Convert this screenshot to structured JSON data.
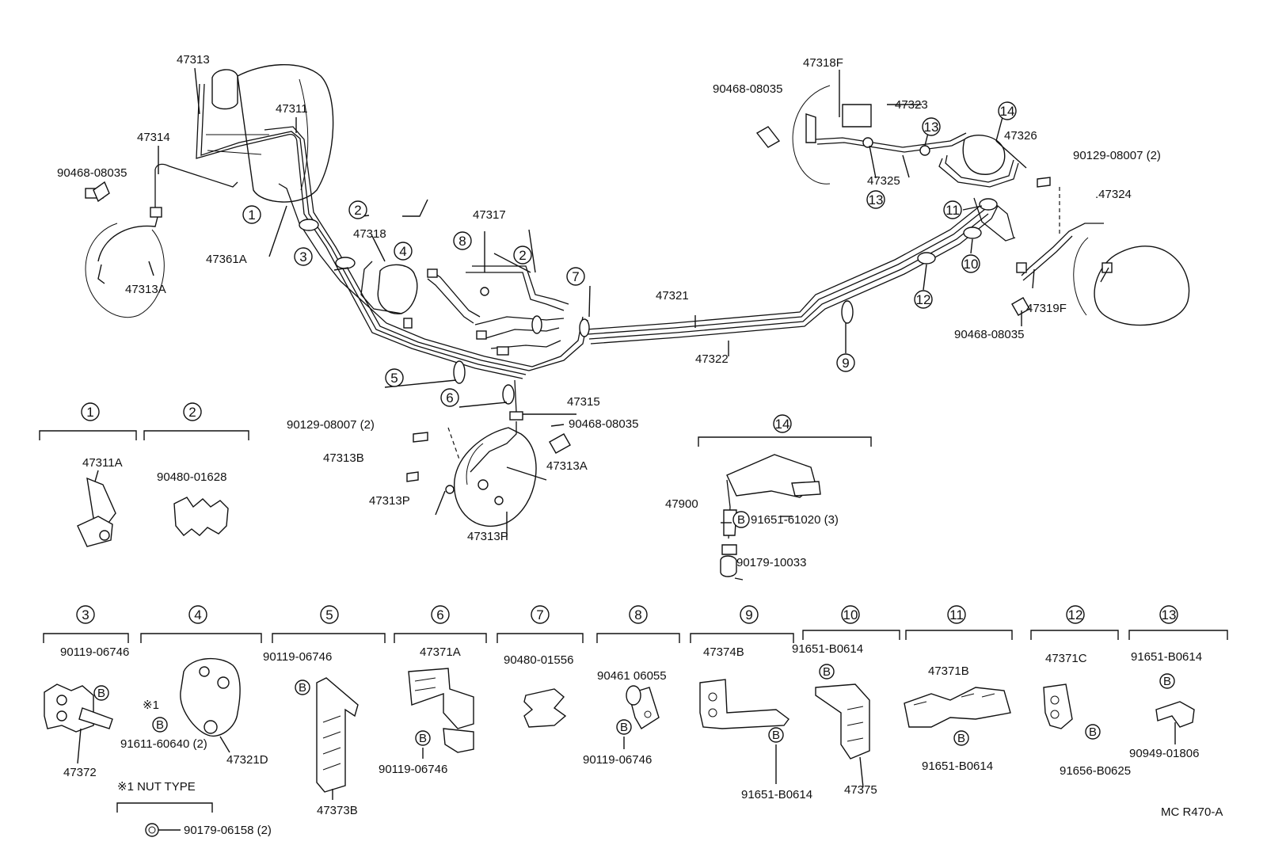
{
  "callouts": {
    "p47313": "47313",
    "p47311": "47311",
    "p47314": "47314",
    "p90468_lf": "90468-08035",
    "p47313A_lf": "47313A",
    "p47361A": "47361A",
    "p47318": "47318",
    "p47317": "47317",
    "p47318F": "47318F",
    "p90468_rr_top": "90468-08035",
    "p47323": "47323",
    "p47326": "47326",
    "p90129_rr": "90129-08007 (2)",
    "p47325": "47325",
    "p47324": ".47324",
    "p47319F": "47319F",
    "p90468_rr_bot": "90468-08035",
    "p47321": "47321",
    "p47322": "47322",
    "p47315": "47315",
    "p90129_lr": "90129-08007 (2)",
    "p90468_lr": "90468-08035",
    "p47313B": "47313B",
    "p47313A_lr": "47313A",
    "p47313P_a": "47313P",
    "p47313P_b": "47313P",
    "p47900": "47900",
    "p91651_61020": "91651-61020 (3)",
    "p90179_10033": "90179-10033"
  },
  "circle_markers": {
    "c1": "1",
    "c2": "2",
    "c3": "3",
    "c4": "4",
    "c5": "5",
    "c6": "6",
    "c7": "7",
    "c8": "8",
    "c2b": "2",
    "c9": "9",
    "c10": "10",
    "c11": "11",
    "c12": "12",
    "c13a": "13",
    "c13b": "13",
    "c14": "14"
  },
  "details": {
    "d1": {
      "num": "1",
      "parts": [
        "47311A"
      ]
    },
    "d2": {
      "num": "2",
      "parts": [
        "90480-01628"
      ]
    },
    "d3": {
      "num": "3",
      "parts": [
        "90119-06746",
        "47372"
      ]
    },
    "d4": {
      "num": "4",
      "parts": [
        "91611-60640 (2)",
        "47321D"
      ],
      "note_mark": "※1"
    },
    "d5": {
      "num": "5",
      "parts": [
        "90119-06746",
        "47373B"
      ]
    },
    "d6": {
      "num": "6",
      "parts": [
        "47371A",
        "90119-06746"
      ]
    },
    "d7": {
      "num": "7",
      "parts": [
        "90480-01556"
      ]
    },
    "d8": {
      "num": "8",
      "parts": [
        "90461 06055",
        "90119-06746"
      ]
    },
    "d9": {
      "num": "9",
      "parts": [
        "47374B",
        "91651-B0614"
      ]
    },
    "d10": {
      "num": "10",
      "parts": [
        "91651-B0614",
        "47375"
      ]
    },
    "d11": {
      "num": "11",
      "parts": [
        "47371B",
        "91651-B0614"
      ]
    },
    "d12": {
      "num": "12",
      "parts": [
        "47371C",
        "91656-B0625"
      ]
    },
    "d13": {
      "num": "13",
      "parts": [
        "91651-B0614",
        "90949-01806"
      ]
    },
    "d14": {
      "num": "14"
    }
  },
  "bolt_mark": "B",
  "nut_note": {
    "title": "※1 NUT TYPE",
    "part": "90179-06158 (2)"
  },
  "figure_code": "MC R470-A"
}
